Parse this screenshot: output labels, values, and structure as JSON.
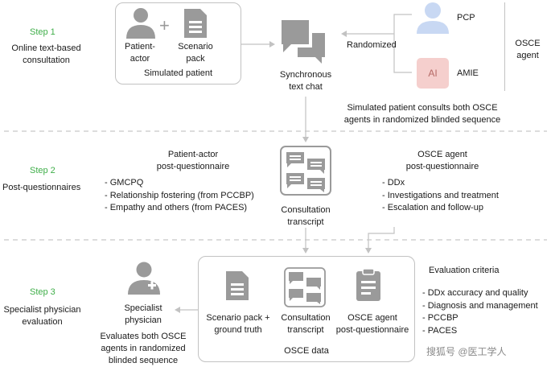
{
  "colors": {
    "accent_green": "#3fae49",
    "icon_gray": "#9a9a9a",
    "pcp_blue": "#c8d8f3",
    "amie_red": "#f5cfcd",
    "divider": "#c8c8c8"
  },
  "step1": {
    "label": "Step 1",
    "title": "Online text-based\nconsultation",
    "patient_actor": "Patient-\nactor",
    "scenario_pack": "Scenario\npack",
    "plus": "+",
    "simulated_patient": "Simulated patient",
    "chat_label": "Synchronous\ntext chat",
    "randomized": "Randomized",
    "pcp": "PCP",
    "amie_icon_text": "AI",
    "amie": "AMIE",
    "osce_agent": "OSCE\nagent",
    "note": "Simulated patient consults both OSCE\nagents in randomized blinded sequence"
  },
  "step2": {
    "label": "Step 2",
    "title": "Post-questionnaires",
    "patient_heading": "Patient-actor\npost-questionnaire",
    "patient_items": [
      "- GMCPQ",
      "- Relationship fostering (from PCCBP)",
      "- Empathy and others (from PACES)"
    ],
    "transcript_label": "Consultation\ntranscript",
    "agent_heading": "OSCE agent\npost-questionnaire",
    "agent_items": [
      "- DDx",
      "- Investigations and treatment",
      "- Escalation and follow-up"
    ]
  },
  "step3": {
    "label": "Step 3",
    "title": "Specialist physician\nevaluation",
    "specialist": "Specialist\nphysician",
    "specialist_note": "Evaluates both OSCE\nagents in randomized\nblinded sequence",
    "data_items": [
      "Scenario pack +\nground truth",
      "Consultation\ntranscript",
      "OSCE agent\npost-questionnaire"
    ],
    "osce_data": "OSCE data",
    "criteria_heading": "Evaluation criteria",
    "criteria_items": [
      "- DDx accuracy and quality",
      "- Diagnosis and management",
      "- PCCBP",
      "- PACES"
    ]
  },
  "watermark": "搜狐号 @医工学人"
}
